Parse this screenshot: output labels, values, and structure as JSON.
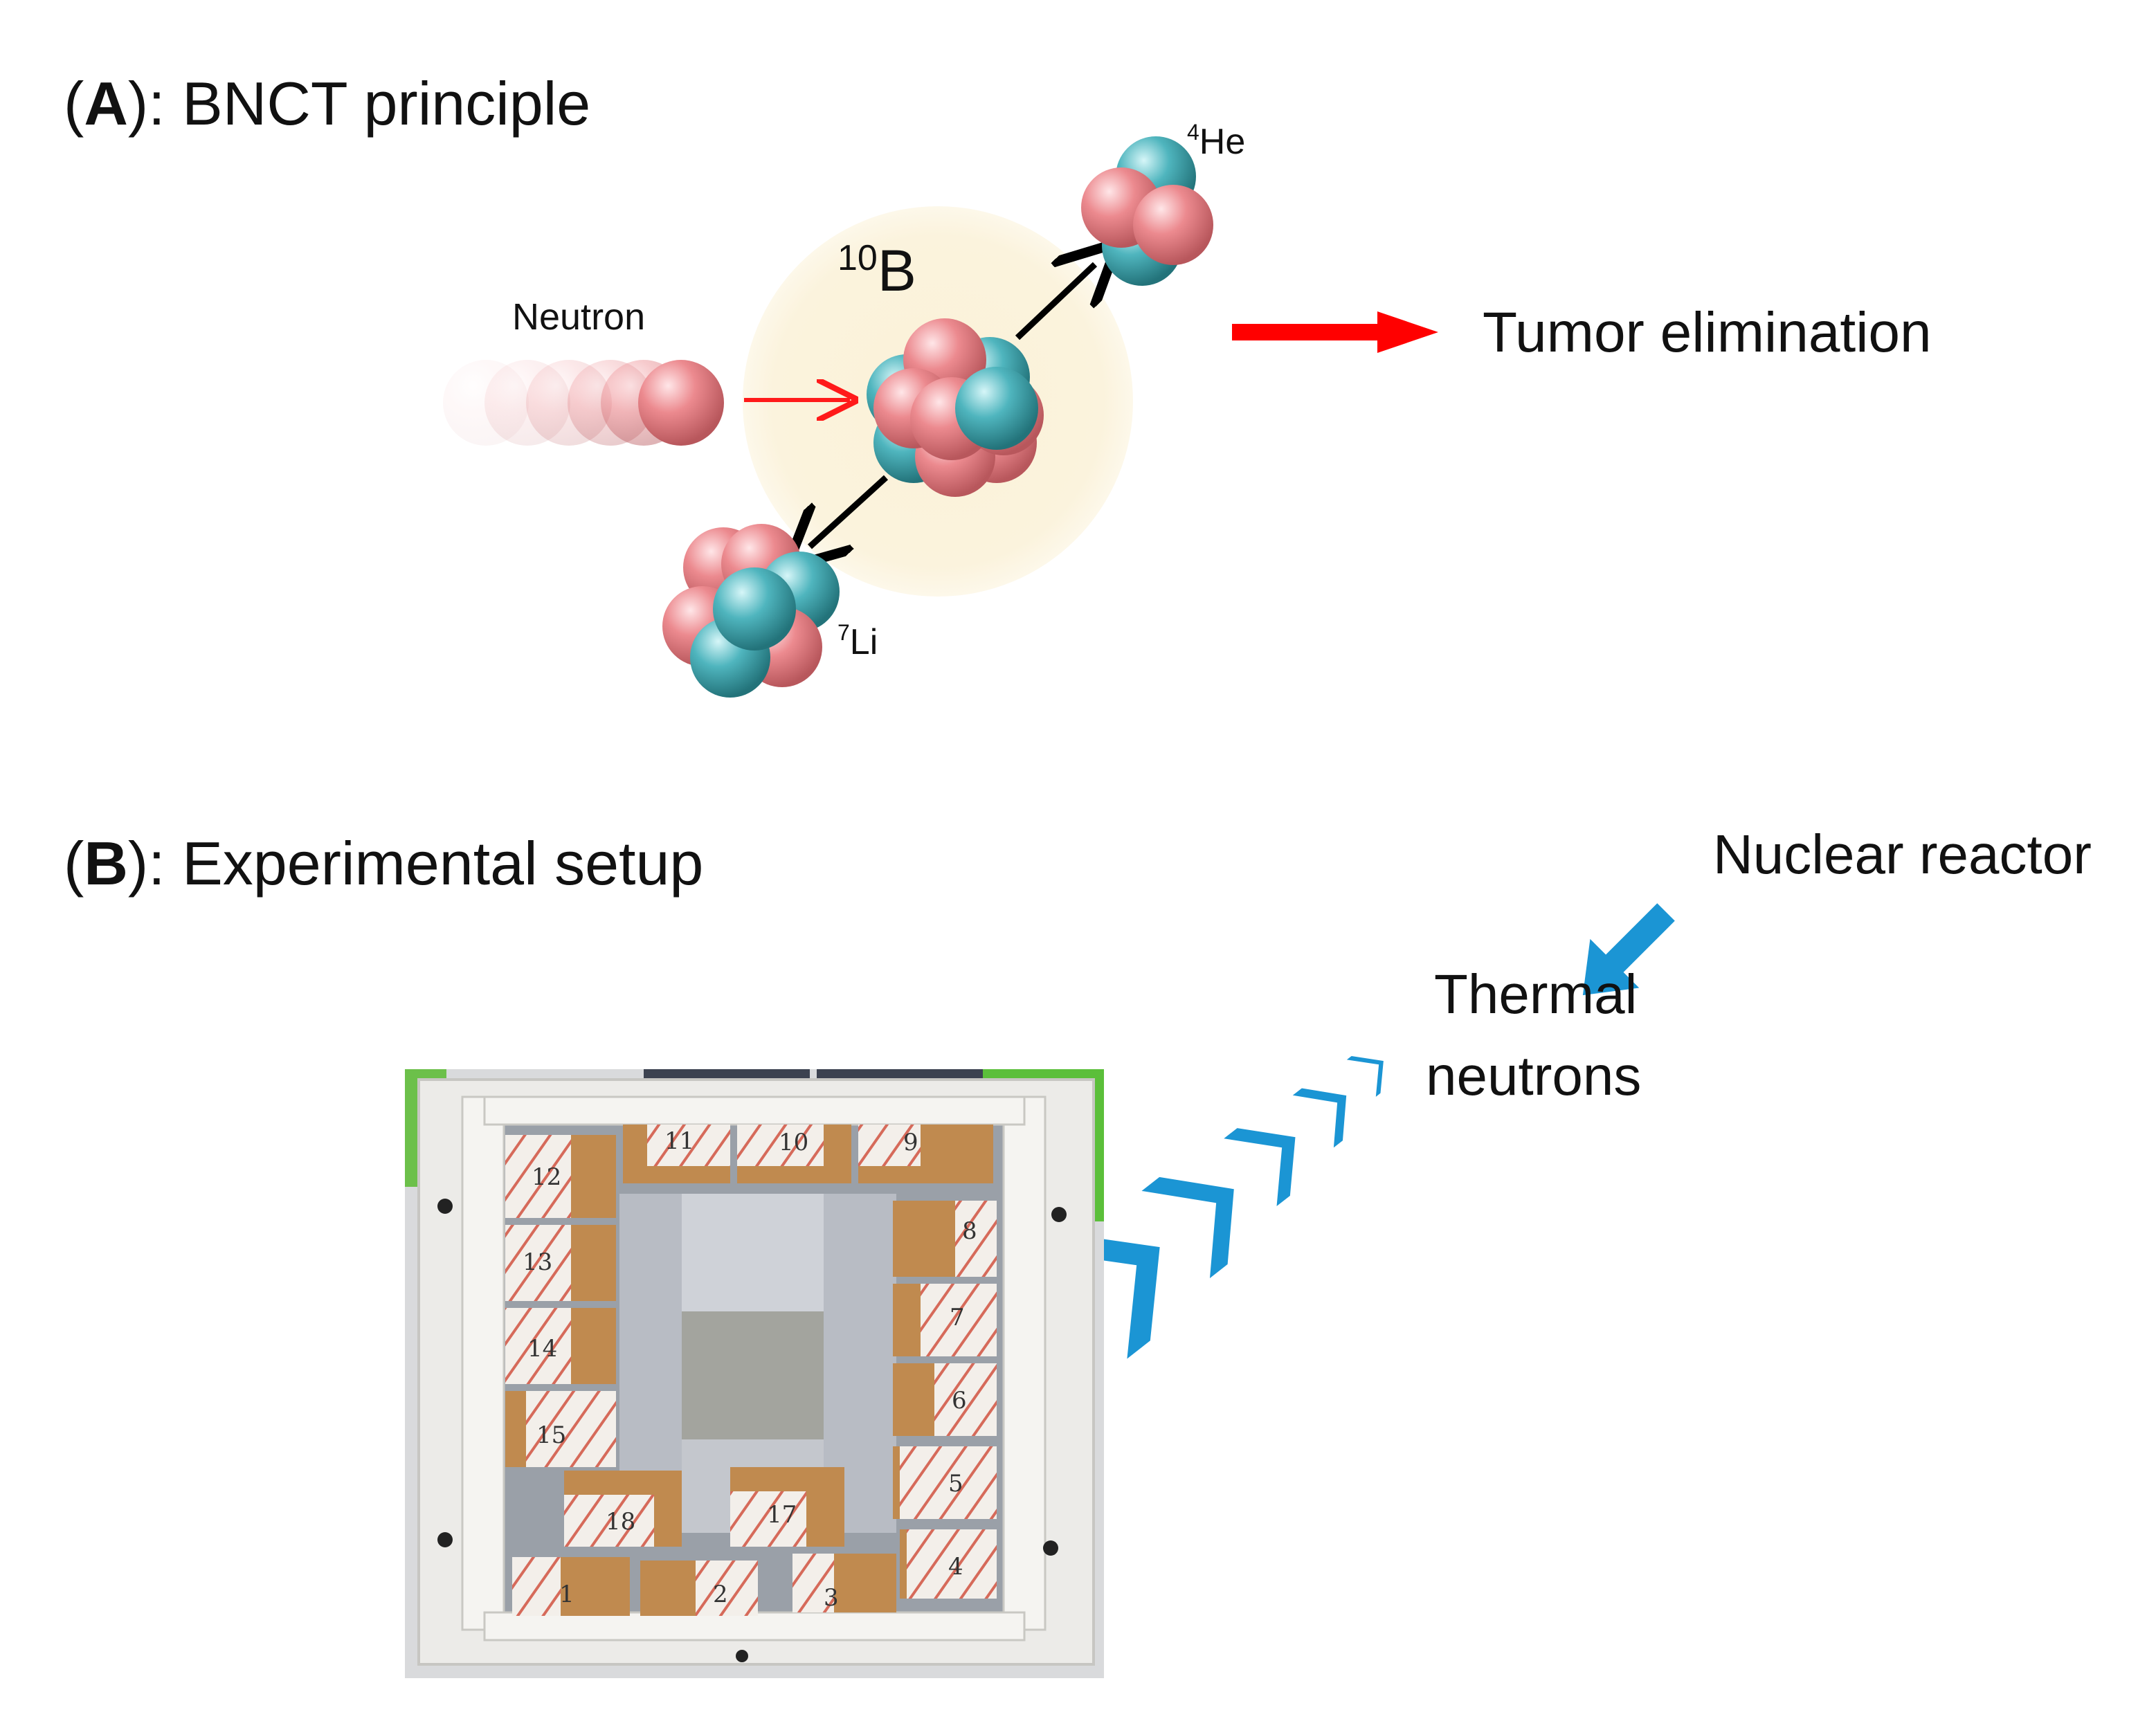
{
  "panel_a": {
    "letter": "A",
    "title": "BNCT principle",
    "neutron_label": "Neutron",
    "boron_mass": "10",
    "boron_symbol": "B",
    "helium_mass": "4",
    "helium_symbol": "He",
    "lithium_mass": "7",
    "lithium_symbol": "Li",
    "result_label": "Tumor elimination"
  },
  "panel_b": {
    "letter": "B",
    "title": "Experimental setup",
    "reactor_label": "Nuclear reactor",
    "thermal_line1": "Thermal",
    "thermal_line2": "neutrons",
    "box_labels": [
      "12",
      "13",
      "14",
      "15",
      "18",
      "17",
      "11",
      "10",
      "9",
      "8",
      "7",
      "6",
      "5",
      "4",
      "3",
      "2",
      "1"
    ]
  },
  "colors": {
    "neutron": "#e47c80",
    "proton": "#e47c80",
    "neutron_teal": "#3fa7b0",
    "halo": "#fbf3dc",
    "red_arrow": "#ff0000",
    "blue_chevron": "#1b95d4",
    "frame": "#ecebe8",
    "cardboard": "#c08a4f"
  }
}
